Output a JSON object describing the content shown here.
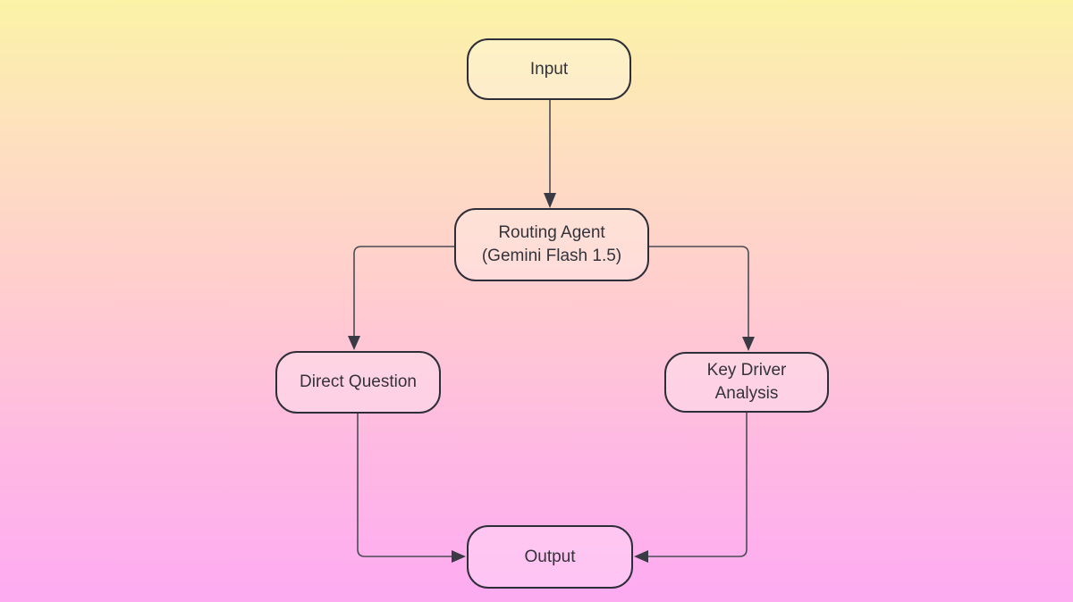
{
  "diagram": {
    "nodes": {
      "input": {
        "label": "Input"
      },
      "routing_agent": {
        "label": "Routing Agent\n(Gemini Flash 1.5)"
      },
      "direct_question": {
        "label": "Direct Question"
      },
      "key_driver_analysis": {
        "label": "Key Driver\nAnalysis"
      },
      "output": {
        "label": "Output"
      }
    },
    "edges": [
      {
        "from": "Input",
        "to": "Routing Agent (Gemini Flash 1.5)"
      },
      {
        "from": "Routing Agent (Gemini Flash 1.5)",
        "to": "Direct Question"
      },
      {
        "from": "Routing Agent (Gemini Flash 1.5)",
        "to": "Key Driver Analysis"
      },
      {
        "from": "Direct Question",
        "to": "Output"
      },
      {
        "from": "Key Driver Analysis",
        "to": "Output"
      }
    ],
    "colors": {
      "background_top": "#fbf3a6",
      "background_peach": "#fedfc0",
      "background_mid": "#ffcdce",
      "background_pink": "#feb9e2",
      "background_bottom": "#feabf2",
      "node_border": "#2e2e38",
      "connector": "#4b4b55",
      "arrowhead": "#3a3a44",
      "text": "#33333b"
    }
  }
}
